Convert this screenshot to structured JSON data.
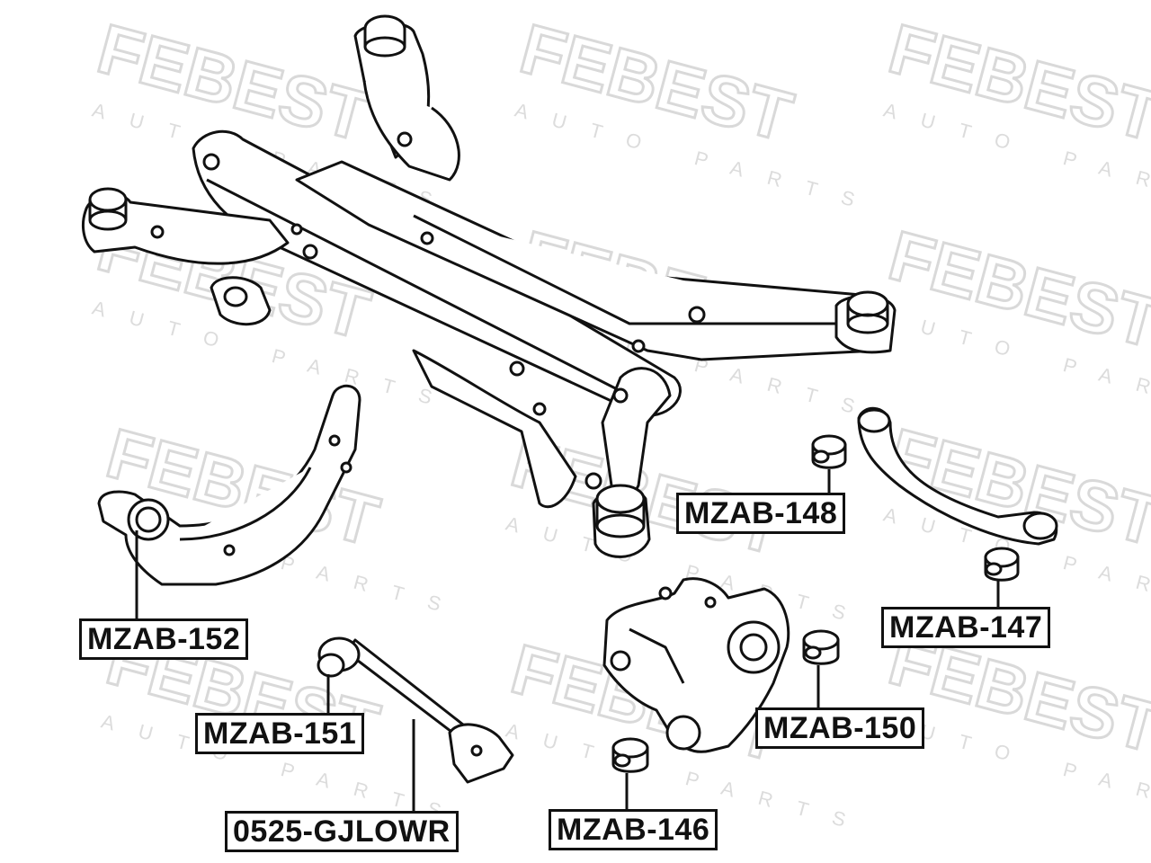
{
  "watermark": {
    "brand": "FEBEST",
    "tagline": "AUTO PARTS"
  },
  "callouts": [
    {
      "id": "mzab-148",
      "text": "MZAB-148"
    },
    {
      "id": "mzab-147",
      "text": "MZAB-147"
    },
    {
      "id": "mzab-152",
      "text": "MZAB-152"
    },
    {
      "id": "mzab-151",
      "text": "MZAB-151"
    },
    {
      "id": "mzab-150",
      "text": "MZAB-150"
    },
    {
      "id": "0525-gjlowr",
      "text": "0525-GJLOWR"
    },
    {
      "id": "mzab-146",
      "text": "MZAB-146"
    }
  ],
  "colors": {
    "line": "#111111",
    "watermark": "#d9d9d9",
    "background": "#ffffff"
  }
}
